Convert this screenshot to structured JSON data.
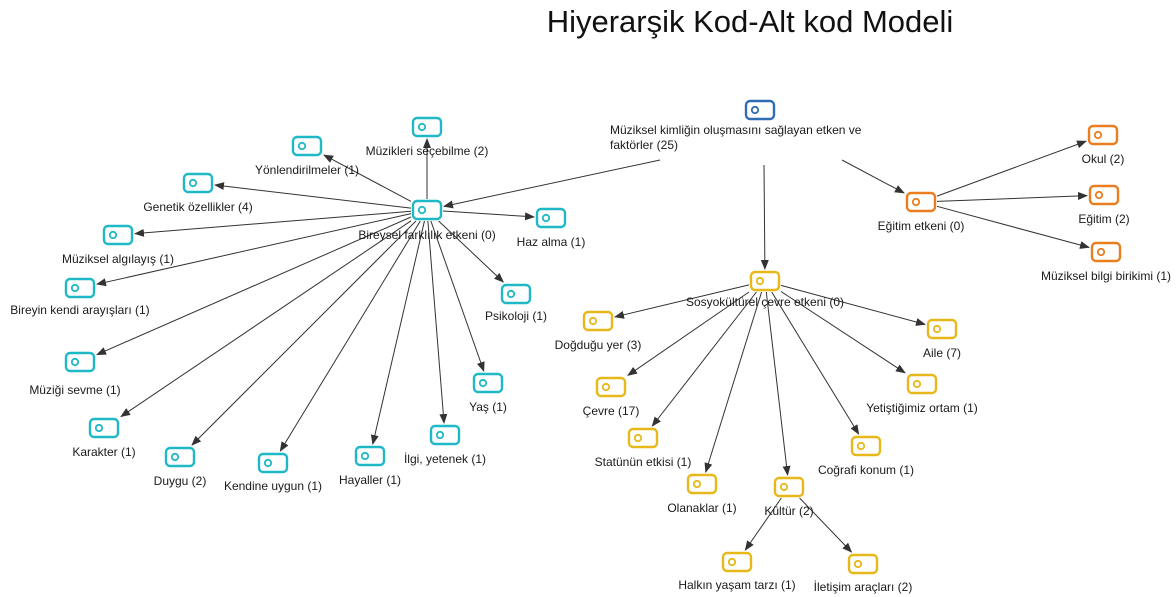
{
  "title": "Hiyerarşik Kod-Alt kod Modeli",
  "colors": {
    "root": "#2f6db5",
    "bireysel": "#1fb8c6",
    "egitim": "#ea7d1f",
    "sosyo": "#e8b81a",
    "arrow": "#333333"
  },
  "nodes": [
    {
      "id": "root",
      "label_lines": [
        "Müziksel kimliğin oluşmasını sağlayan etken ve",
        "faktörler (25)"
      ],
      "group": "root"
    },
    {
      "id": "bireysel",
      "label_lines": [
        "Bireysel farklılık etkeni (0)"
      ],
      "group": "bireysel"
    },
    {
      "id": "muzikleri",
      "label_lines": [
        "Müzikleri seçebilme (2)"
      ],
      "group": "bireysel"
    },
    {
      "id": "yonlendirilmeler",
      "label_lines": [
        "Yönlendirilmeler (1)"
      ],
      "group": "bireysel"
    },
    {
      "id": "genetik",
      "label_lines": [
        "Genetik özellikler (4)"
      ],
      "group": "bireysel"
    },
    {
      "id": "muziksel_algilayis",
      "label_lines": [
        "Müziksel algılayış (1)"
      ],
      "group": "bireysel"
    },
    {
      "id": "bireyin_kendi",
      "label_lines": [
        "Bireyin kendi arayışları (1)"
      ],
      "group": "bireysel"
    },
    {
      "id": "muzigi_sevme",
      "label_lines": [
        "Müziği sevme (1)"
      ],
      "group": "bireysel"
    },
    {
      "id": "karakter",
      "label_lines": [
        "Karakter (1)"
      ],
      "group": "bireysel"
    },
    {
      "id": "duygu",
      "label_lines": [
        "Duygu (2)"
      ],
      "group": "bireysel"
    },
    {
      "id": "kendine_uygun",
      "label_lines": [
        "Kendine uygun (1)"
      ],
      "group": "bireysel"
    },
    {
      "id": "hayaller",
      "label_lines": [
        "Hayaller (1)"
      ],
      "group": "bireysel"
    },
    {
      "id": "ilgi",
      "label_lines": [
        "İlgi, yetenek (1)"
      ],
      "group": "bireysel"
    },
    {
      "id": "yas",
      "label_lines": [
        "Yaş (1)"
      ],
      "group": "bireysel"
    },
    {
      "id": "psikoloji",
      "label_lines": [
        "Psikoloji (1)"
      ],
      "group": "bireysel"
    },
    {
      "id": "haz",
      "label_lines": [
        "Haz alma (1)"
      ],
      "group": "bireysel"
    },
    {
      "id": "egitim_etkeni",
      "label_lines": [
        "Eğitim etkeni (0)"
      ],
      "group": "egitim"
    },
    {
      "id": "okul",
      "label_lines": [
        "Okul (2)"
      ],
      "group": "egitim"
    },
    {
      "id": "egitim",
      "label_lines": [
        "Eğitim (2)"
      ],
      "group": "egitim"
    },
    {
      "id": "bilgi",
      "label_lines": [
        "Müziksel bilgi birikimi (1)"
      ],
      "group": "egitim"
    },
    {
      "id": "sosyo",
      "label_lines": [
        "Sosyokültürel çevre etkeni (0)"
      ],
      "group": "sosyo"
    },
    {
      "id": "dogdugu",
      "label_lines": [
        "Doğduğu yer (3)"
      ],
      "group": "sosyo"
    },
    {
      "id": "cevre",
      "label_lines": [
        "Çevre (17)"
      ],
      "group": "sosyo"
    },
    {
      "id": "statu",
      "label_lines": [
        "Statünün etkisi (1)"
      ],
      "group": "sosyo"
    },
    {
      "id": "olanaklar",
      "label_lines": [
        "Olanaklar (1)"
      ],
      "group": "sosyo"
    },
    {
      "id": "kultur",
      "label_lines": [
        "Kültür (2)"
      ],
      "group": "sosyo"
    },
    {
      "id": "halkin",
      "label_lines": [
        "Halkın yaşam tarzı (1)"
      ],
      "group": "sosyo"
    },
    {
      "id": "iletisim",
      "label_lines": [
        "İletişim araçları (2)"
      ],
      "group": "sosyo"
    },
    {
      "id": "cografi",
      "label_lines": [
        "Coğrafi konum (1)"
      ],
      "group": "sosyo"
    },
    {
      "id": "yetistigimiz",
      "label_lines": [
        "Yetiştiğimiz ortam (1)"
      ],
      "group": "sosyo"
    },
    {
      "id": "aile",
      "label_lines": [
        "Aile (7)"
      ],
      "group": "sosyo"
    }
  ],
  "edges": [
    [
      "root",
      "bireysel"
    ],
    [
      "root",
      "sosyo"
    ],
    [
      "root",
      "egitim_etkeni"
    ],
    [
      "bireysel",
      "muzikleri"
    ],
    [
      "bireysel",
      "yonlendirilmeler"
    ],
    [
      "bireysel",
      "genetik"
    ],
    [
      "bireysel",
      "muziksel_algilayis"
    ],
    [
      "bireysel",
      "bireyin_kendi"
    ],
    [
      "bireysel",
      "muzigi_sevme"
    ],
    [
      "bireysel",
      "karakter"
    ],
    [
      "bireysel",
      "duygu"
    ],
    [
      "bireysel",
      "kendine_uygun"
    ],
    [
      "bireysel",
      "hayaller"
    ],
    [
      "bireysel",
      "ilgi"
    ],
    [
      "bireysel",
      "yas"
    ],
    [
      "bireysel",
      "psikoloji"
    ],
    [
      "bireysel",
      "haz"
    ],
    [
      "egitim_etkeni",
      "okul"
    ],
    [
      "egitim_etkeni",
      "egitim"
    ],
    [
      "egitim_etkeni",
      "bilgi"
    ],
    [
      "sosyo",
      "dogdugu"
    ],
    [
      "sosyo",
      "cevre"
    ],
    [
      "sosyo",
      "statu"
    ],
    [
      "sosyo",
      "olanaklar"
    ],
    [
      "sosyo",
      "kultur"
    ],
    [
      "sosyo",
      "cografi"
    ],
    [
      "sosyo",
      "yetistigimiz"
    ],
    [
      "sosyo",
      "aile"
    ],
    [
      "kultur",
      "halkin"
    ],
    [
      "kultur",
      "iletisim"
    ]
  ]
}
